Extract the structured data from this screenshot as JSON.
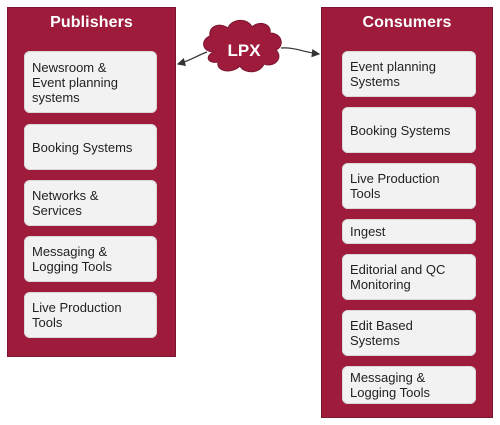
{
  "publishers": {
    "title": "Publishers",
    "items": [
      "Newsroom &\nEvent planning\nsystems",
      "Booking Systems",
      "Networks &\nServices",
      "Messaging &\nLogging Tools",
      "Live Production\nTools"
    ]
  },
  "consumers": {
    "title": "Consumers",
    "items": [
      "Event planning\nSystems",
      "Booking Systems",
      "Live Production\nTools",
      "Ingest",
      "Editorial and QC\nMonitoring",
      "Edit Based\nSystems",
      "Messaging &\nLogging Tools"
    ]
  },
  "hub": {
    "label": "LPX"
  },
  "colors": {
    "panel": "#9e1b3c",
    "item_background": "#f2f2f2",
    "cloud": "#9e1b3c"
  }
}
